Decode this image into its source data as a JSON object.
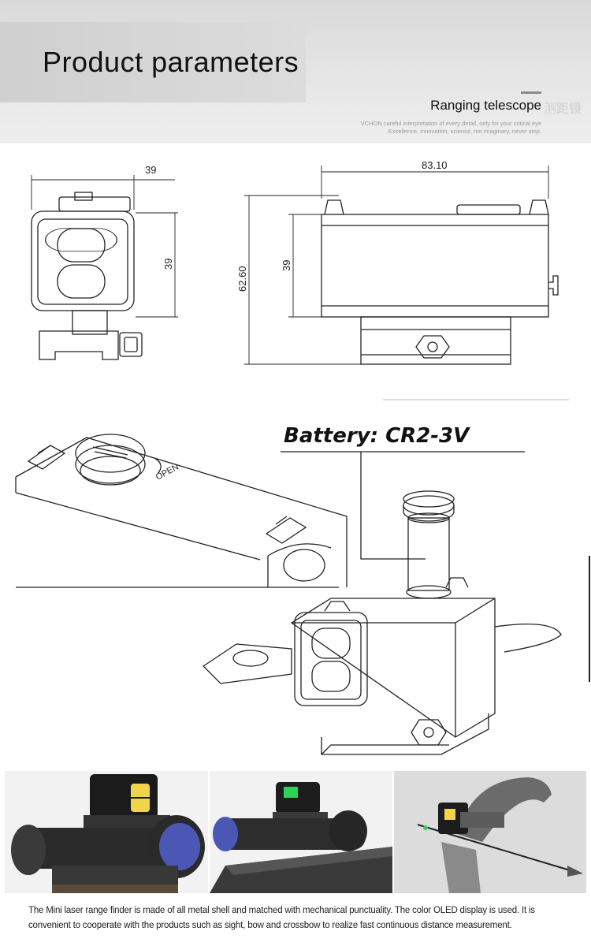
{
  "header": {
    "title": "Product parameters",
    "subtitle": "Ranging telescope",
    "subtitle_ghost": "测距镜",
    "tagline": "VCHON careful interpretation of every detail, only for your critical eye Excellence, innovation, science, not imaginary, never stop."
  },
  "dimensions": {
    "front_width": "39",
    "front_height": "39",
    "side_length": "83.10",
    "side_total_height": "62.60",
    "side_body_height": "39"
  },
  "battery": {
    "label": "Battery: CR2-3V",
    "open_label": "OPEN"
  },
  "photos": [
    {
      "name": "rangefinder-on-riflescope"
    },
    {
      "name": "rangefinder-on-rifle"
    },
    {
      "name": "rangefinder-on-bow"
    }
  ],
  "description": "The Mini laser range finder is made of all metal shell and matched with mechanical punctuality. The color OLED display is used. It is convenient to cooperate with the products such as sight, bow and crossbow to realize fast continuous distance measurement.",
  "colors": {
    "banner": "#e0e0e0",
    "line": "#222222",
    "lens_blue": "#4a57b5",
    "lens_yellow": "#f0d54a",
    "display_green": "#2fd15a"
  }
}
